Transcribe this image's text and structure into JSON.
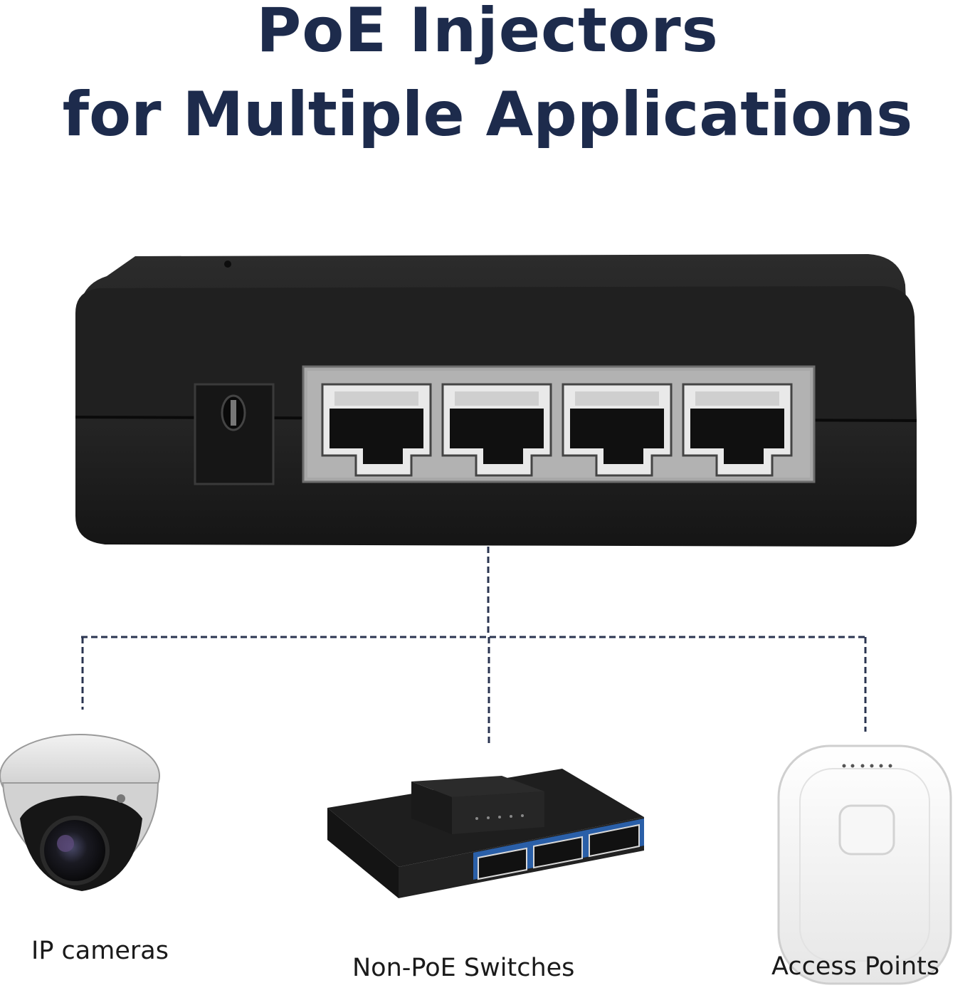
{
  "heading": {
    "line1": "PoE Injectors",
    "line2": "for Multiple Applications"
  },
  "applications": [
    {
      "label": "IP cameras",
      "icon": "dome-camera-icon"
    },
    {
      "label": "Non-PoE Switches",
      "icon": "network-switch-icon"
    },
    {
      "label": "Access Points",
      "icon": "wireless-access-point-icon"
    }
  ],
  "colors": {
    "heading": "#1d2b4c",
    "connector": "#2a3450",
    "device_body": "#1c1c1c"
  }
}
